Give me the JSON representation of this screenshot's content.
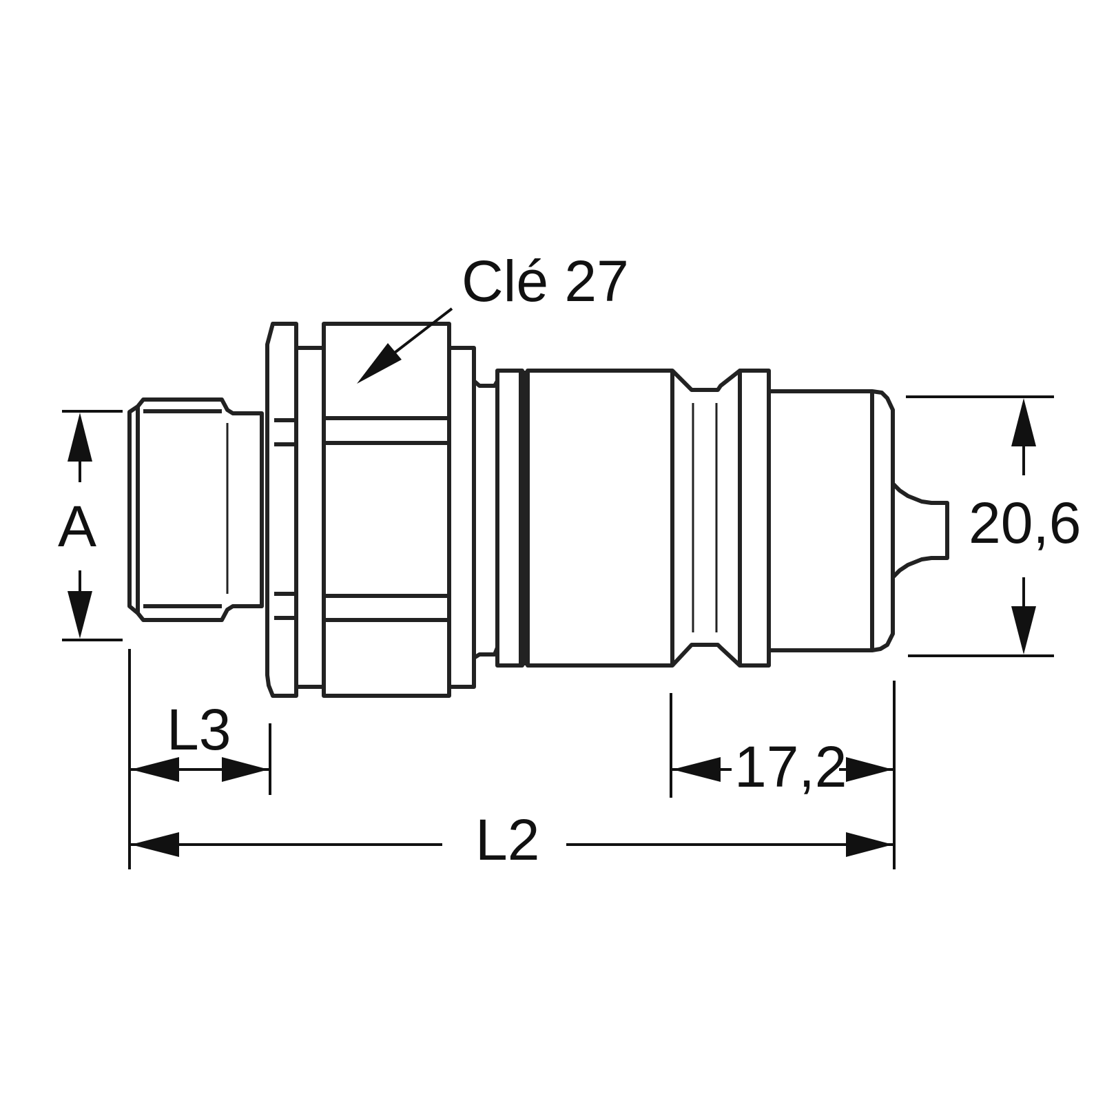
{
  "drawing": {
    "wrench_label": "Clé 27",
    "dim_A": "A",
    "dim_L3": "L3",
    "dim_L2": "L2",
    "dim_groove": "17,2",
    "dim_diameter": "20,6"
  }
}
